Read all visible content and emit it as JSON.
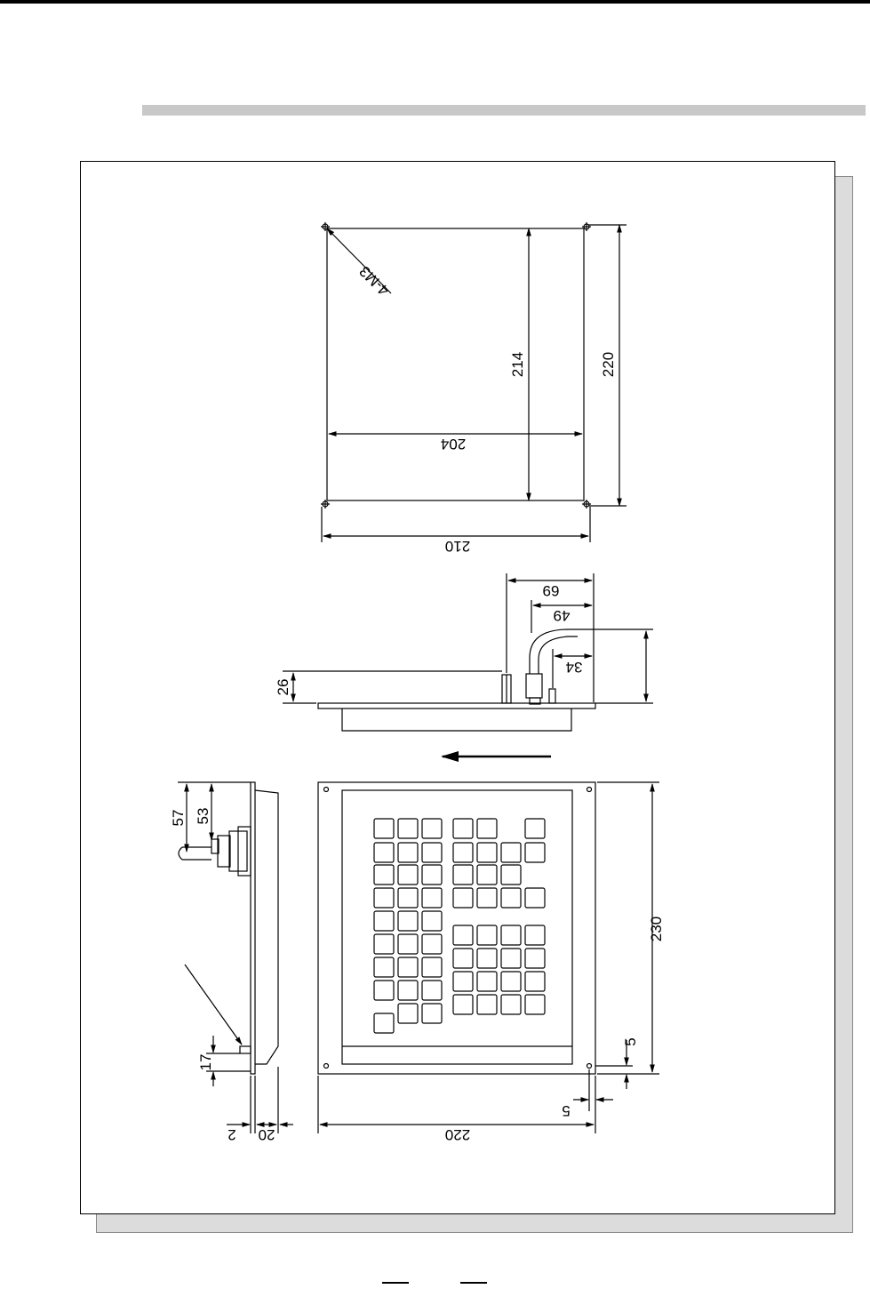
{
  "drawing": {
    "top_view": {
      "hole_label": "4-M3",
      "dims": {
        "inner_height": "214",
        "outer_height": "220",
        "inner_width": "204",
        "outer_width": "210"
      }
    },
    "side_view": {
      "dims": {
        "cable_69": "69",
        "cable_49": "49",
        "cable_34": "34",
        "depth": "26"
      }
    },
    "front_view": {
      "dims": {
        "height": "230",
        "margin_bottom": "5",
        "margin_right": "5",
        "width": "220"
      },
      "key_grid": {
        "columns": 7,
        "rows": 9
      }
    },
    "left_view": {
      "dims": {
        "d57": "57",
        "d53": "53",
        "d17": "17",
        "d2": "2",
        "d20": "20"
      }
    }
  },
  "colors": {
    "line": "#000000",
    "section_bar": "#c8c8c8",
    "shadow": "#dcdcdc"
  }
}
